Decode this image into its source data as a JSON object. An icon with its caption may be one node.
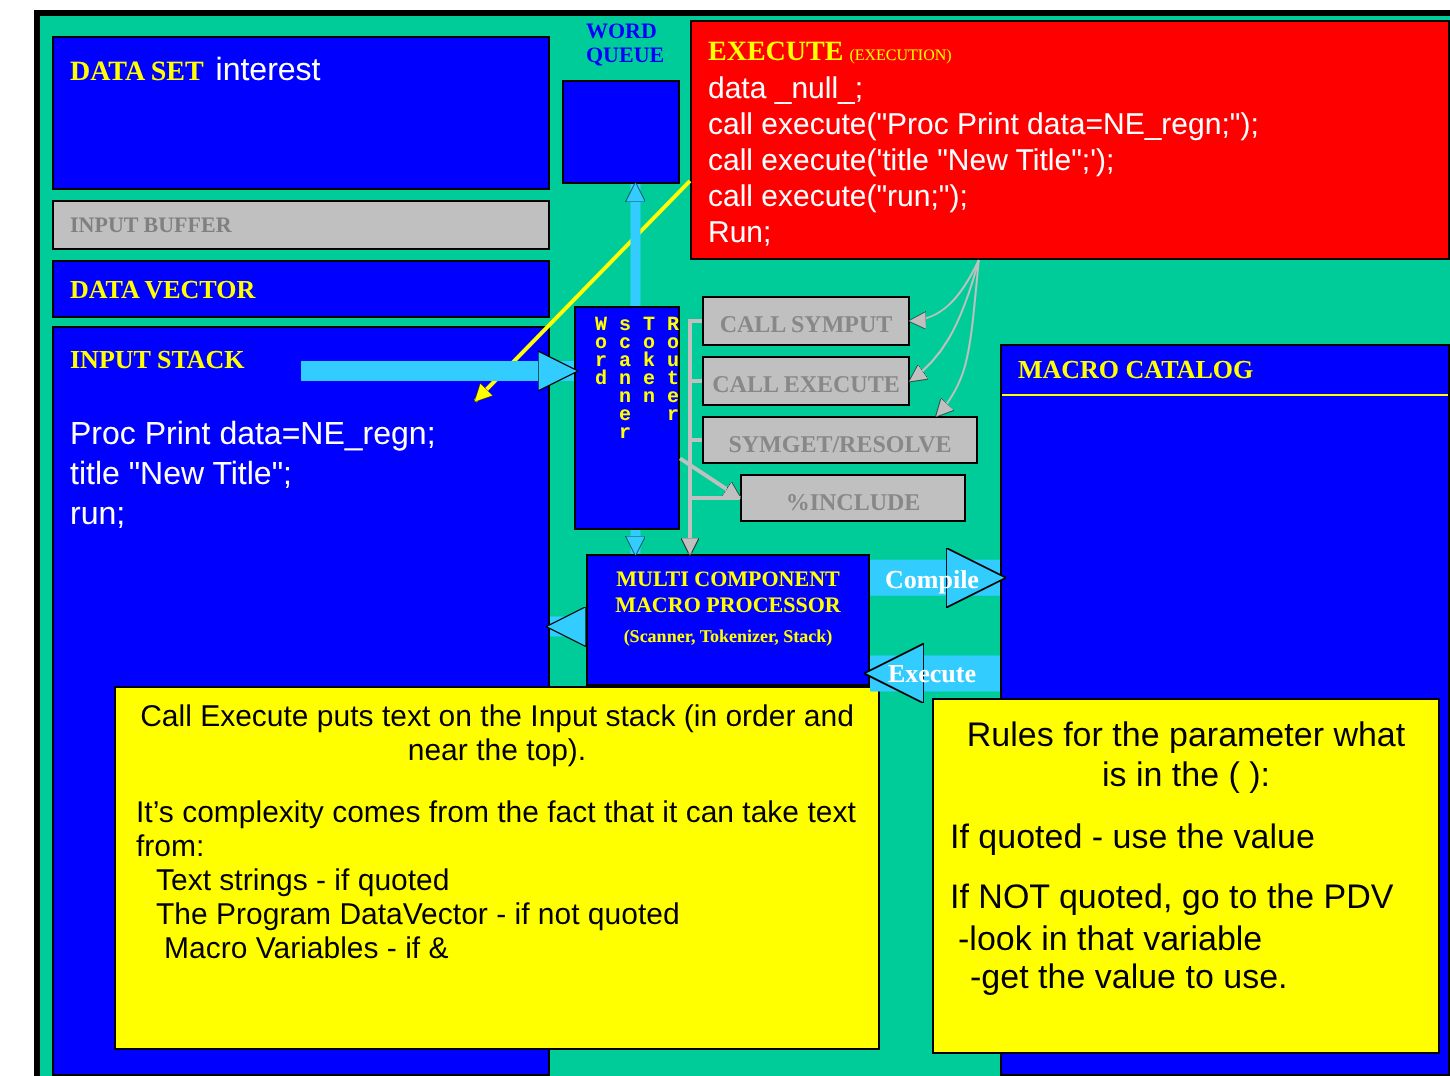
{
  "diagram": {
    "nodes": [
      {
        "text": [
          "DATA SET",
          "interest"
        ]
      },
      {
        "text": [
          "INPUT BUFFER"
        ]
      },
      {
        "text": [
          "DATA VECTOR"
        ]
      },
      {
        "text": [
          "INPUT STACK",
          "Proc Print data=NE_regn;",
          "title \"New Title\";",
          "run;"
        ]
      },
      {
        "text": [
          "WORD QUEUE"
        ]
      },
      {
        "text": [
          "EXECUTE",
          "(EXECUTION)",
          "data _null_;",
          "call execute(\"Proc Print data=NE_regn;\");",
          "call execute('title \"New Title\";');",
          "call execute(\"run;\");",
          "Run;"
        ]
      },
      {
        "text": [
          "Word scanner",
          "Token Router"
        ]
      },
      {
        "text": [
          "CALL SYMPUT"
        ]
      },
      {
        "text": [
          "CALL EXECUTE"
        ]
      },
      {
        "text": [
          "SYMGET/RESOLVE"
        ]
      },
      {
        "text": [
          "%INCLUDE"
        ]
      },
      {
        "text": [
          "MACRO CATALOG"
        ]
      },
      {
        "text": [
          "MULTI COMPONENT MACRO PROCESSOR",
          "(Scanner, Tokenizer, Stack)"
        ]
      },
      {
        "text": [
          "Call Execute puts text on the Input stack (in order and near the top).",
          "It’s complexity comes from the fact that it can take text from:",
          "Text strings - if quoted",
          "The Program DataVector - if not quoted",
          "Macro Variables - if &"
        ]
      },
      {
        "text": [
          "Rules for the parameter what is in the ( ):",
          "If quoted - use the value",
          "If NOT quoted, go to the PDV",
          "-look in that variable",
          "-get the value to use."
        ]
      }
    ],
    "edges": [
      {
        "from": 5,
        "to": 3,
        "arrow": "to",
        "color": "#ffff00"
      },
      {
        "from": 3,
        "to": 6,
        "arrow": "to",
        "style": "thick",
        "color": "#33ccff"
      },
      {
        "from": 6,
        "to": 4,
        "arrow": "to",
        "style": "thick",
        "color": "#33ccff"
      },
      {
        "from": 6,
        "to": 12,
        "arrow": "to",
        "style": "thick",
        "color": "#33ccff"
      },
      {
        "from": 6,
        "to": 10,
        "arrow": "to"
      },
      {
        "from": 7,
        "to": 12,
        "arrow": "to"
      },
      {
        "from": 8,
        "to": 12,
        "arrow": "to"
      },
      {
        "from": 9,
        "to": 12,
        "arrow": "to"
      },
      {
        "from": 10,
        "to": 12,
        "arrow": "to"
      },
      {
        "from": 5,
        "to": 7,
        "arrow": "to"
      },
      {
        "from": 5,
        "to": 8,
        "arrow": "to"
      },
      {
        "from": 5,
        "to": 9,
        "arrow": "to"
      },
      {
        "from": 12,
        "to": 11,
        "arrow": "to",
        "label": "Compile",
        "style": "thick",
        "color": "#33ccff"
      },
      {
        "from": 11,
        "to": 12,
        "arrow": "to",
        "label": "Execute",
        "style": "thick",
        "color": "#33ccff"
      },
      {
        "from": 12,
        "to": 3,
        "arrow": "to",
        "style": "thick",
        "color": "#33ccff"
      }
    ]
  }
}
